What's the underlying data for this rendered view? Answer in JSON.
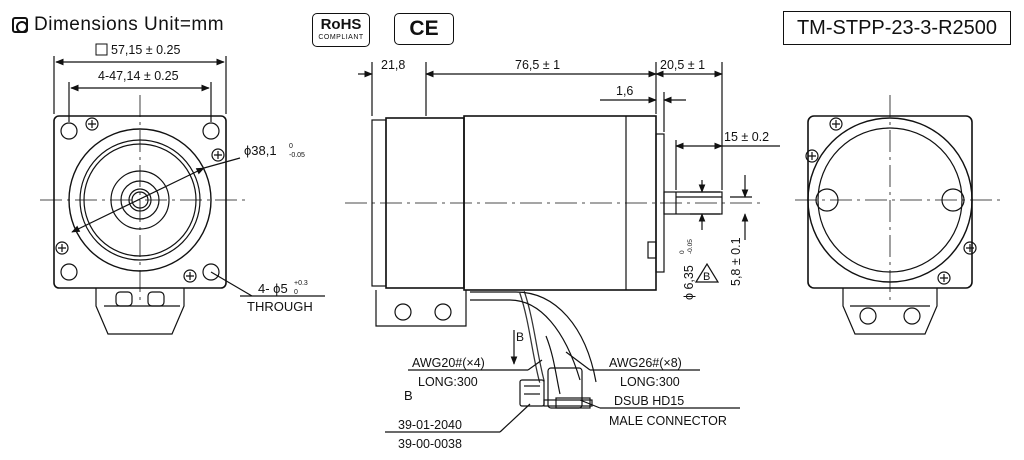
{
  "header": {
    "title": "Dimensions",
    "unit": "Unit=mm",
    "rohs_main": "RoHS",
    "rohs_sub": "COMPLIANT",
    "ce": "CE",
    "model": "TM-STPP-23-3-R2500"
  },
  "dims": {
    "flange": "57,15 ± 0.25",
    "holes_pitch": "4-47,14 ± 0.25",
    "pilot": "ϕ38,1",
    "pilot_tol_top": "0",
    "pilot_tol_bot": "-0.05",
    "mount_hole": "4- ϕ5",
    "mount_tol_top": "+0.3",
    "mount_tol_bot": "0",
    "through": "THROUGH",
    "rear_len": "21,8",
    "body_len": "76,5 ± 1",
    "shaft_len": "20,5 ± 1",
    "pilot_depth": "1,6",
    "flat_len": "15 ± 0.2",
    "shaft_dia": "ϕ 6,35",
    "shaft_tol_top": "0",
    "shaft_tol_bot": "-0.05",
    "flat_depth": "5,8 ± 0.1",
    "section": "B"
  },
  "cables": {
    "enc_wire": "AWG26#(×8)",
    "enc_length": "LONG:300",
    "enc_conn1": "DSUB HD15",
    "enc_conn2": "MALE CONNECTOR",
    "pwr_wire": "AWG20#(×4)",
    "pwr_length": "LONG:300",
    "pwr_conn1": "39-01-2040",
    "pwr_conn2": "39-00-0038",
    "arrow_label": "B",
    "view_label": "B"
  }
}
